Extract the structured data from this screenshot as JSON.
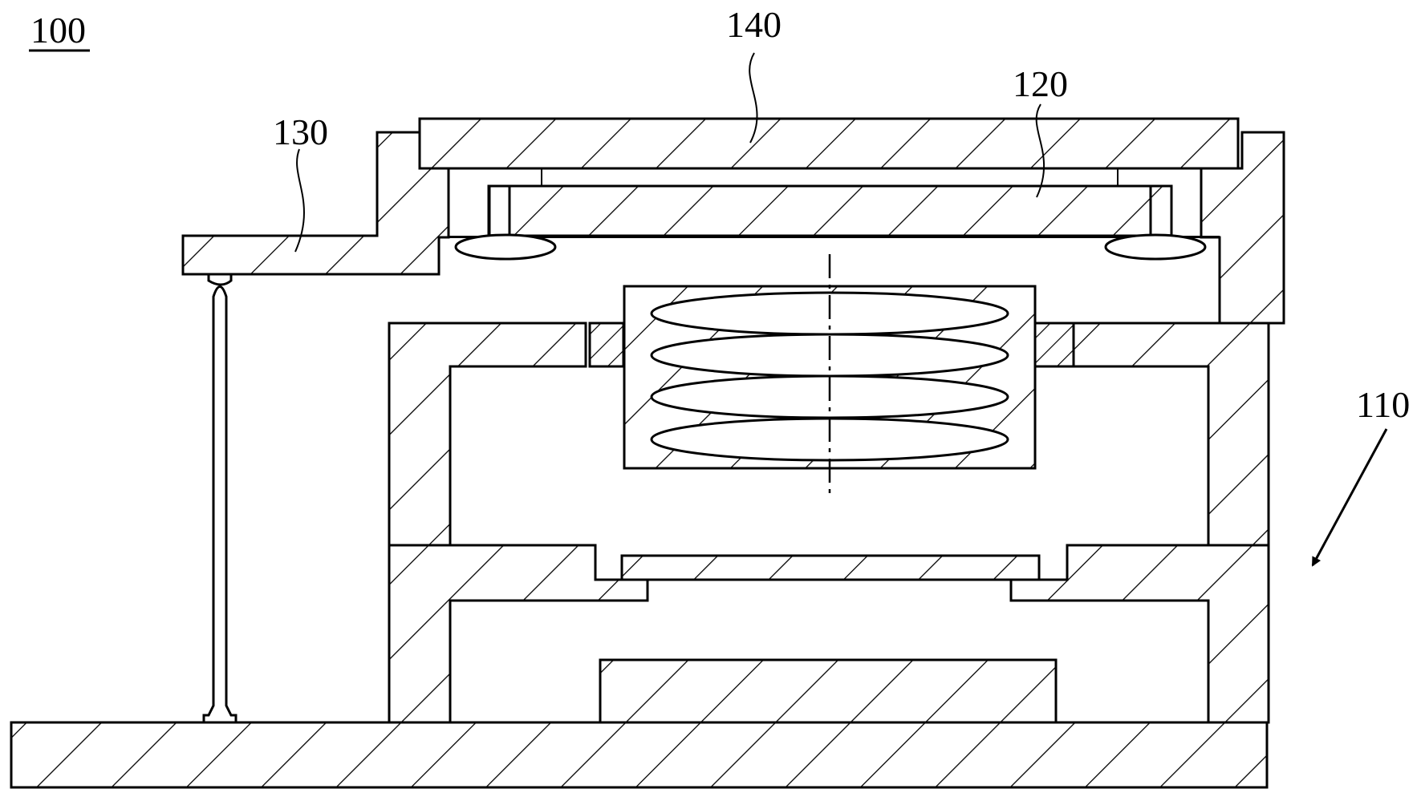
{
  "figure": {
    "title_ref": "100",
    "reference_labels": [
      {
        "id": "label-140",
        "text": "140"
      },
      {
        "id": "label-120",
        "text": "120"
      },
      {
        "id": "label-130",
        "text": "130"
      },
      {
        "id": "label-110",
        "text": "110"
      }
    ]
  },
  "style": {
    "line_color": "#000000",
    "background": "#ffffff"
  }
}
